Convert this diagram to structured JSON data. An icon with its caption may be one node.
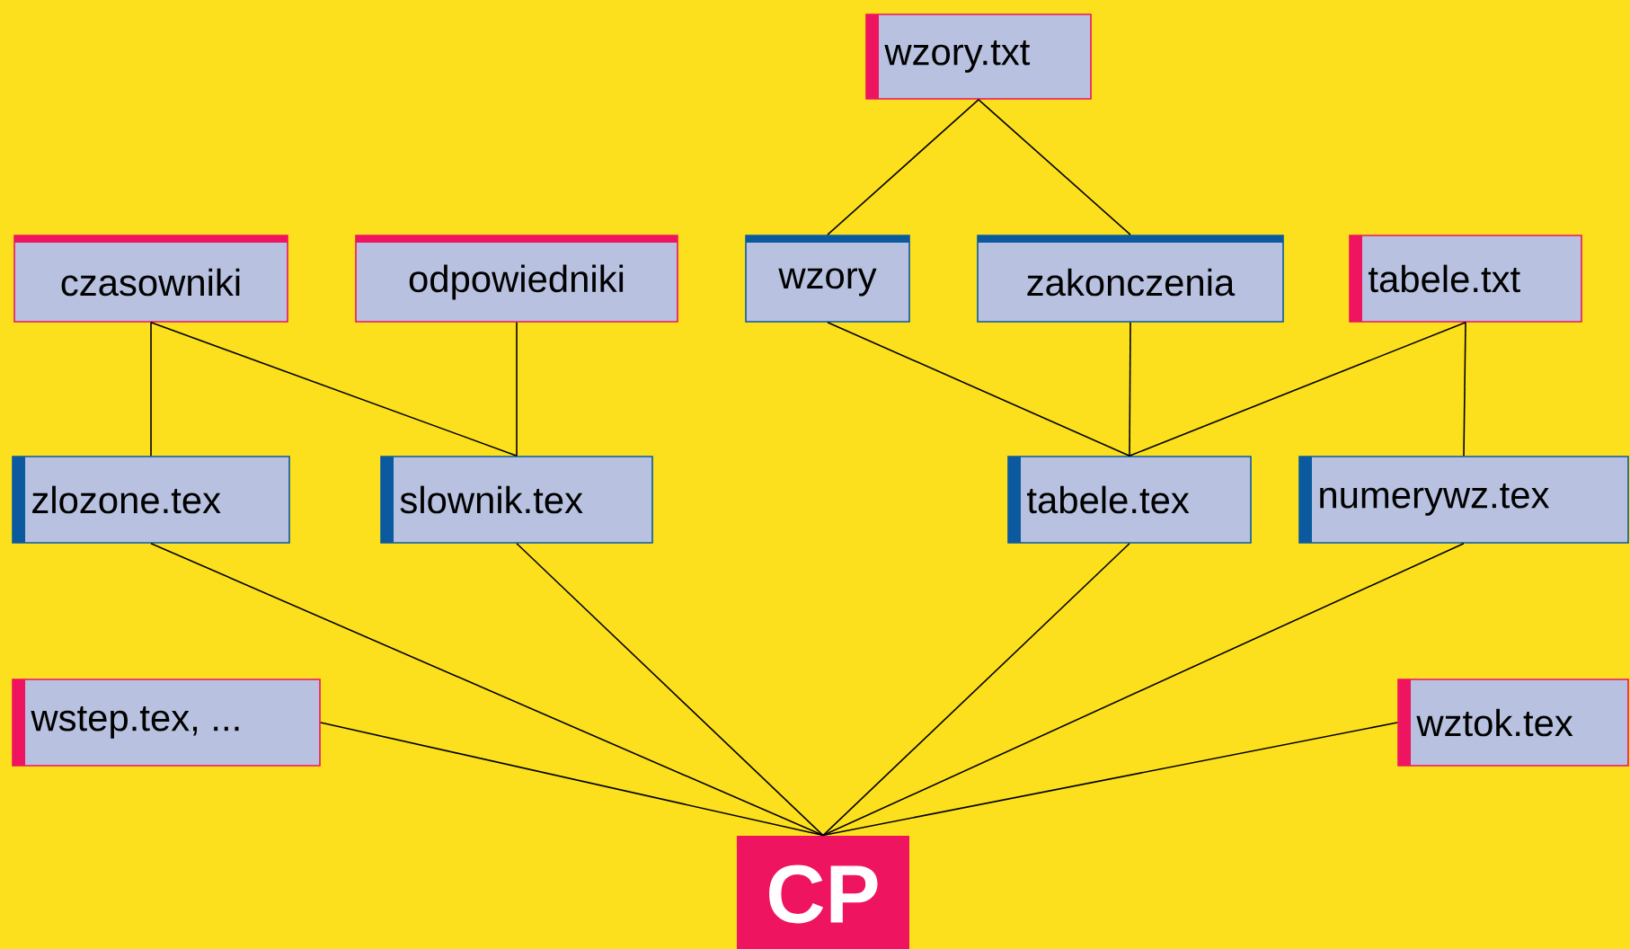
{
  "diagram": {
    "nodes": [
      {
        "text": [
          "wzory.txt"
        ]
      },
      {
        "text": [
          "czasowniki"
        ]
      },
      {
        "text": [
          "odpowiedniki"
        ]
      },
      {
        "text": [
          "wzory"
        ]
      },
      {
        "text": [
          "zakonczenia"
        ]
      },
      {
        "text": [
          "tabele.txt"
        ]
      },
      {
        "text": [
          "zlozone.tex"
        ]
      },
      {
        "text": [
          "slownik.tex"
        ]
      },
      {
        "text": [
          "tabele.tex"
        ]
      },
      {
        "text": [
          "numerywz.tex"
        ]
      },
      {
        "text": [
          "wstep.tex, ..."
        ]
      },
      {
        "text": [
          "wztok.tex"
        ]
      },
      {
        "text": [
          "CP"
        ]
      }
    ],
    "edges": [
      {
        "from": 0,
        "to": 3,
        "arrow": "none"
      },
      {
        "from": 0,
        "to": 4,
        "arrow": "none"
      },
      {
        "from": 1,
        "to": 6,
        "arrow": "none"
      },
      {
        "from": 1,
        "to": 7,
        "arrow": "none"
      },
      {
        "from": 2,
        "to": 7,
        "arrow": "none"
      },
      {
        "from": 3,
        "to": 8,
        "arrow": "none"
      },
      {
        "from": 4,
        "to": 8,
        "arrow": "none"
      },
      {
        "from": 5,
        "to": 8,
        "arrow": "none"
      },
      {
        "from": 5,
        "to": 9,
        "arrow": "none"
      },
      {
        "from": 6,
        "to": 12,
        "arrow": "none"
      },
      {
        "from": 7,
        "to": 12,
        "arrow": "none"
      },
      {
        "from": 8,
        "to": 12,
        "arrow": "none"
      },
      {
        "from": 9,
        "to": 12,
        "arrow": "none"
      },
      {
        "from": 10,
        "to": 12,
        "arrow": "none"
      },
      {
        "from": 11,
        "to": 12,
        "arrow": "none"
      }
    ]
  }
}
